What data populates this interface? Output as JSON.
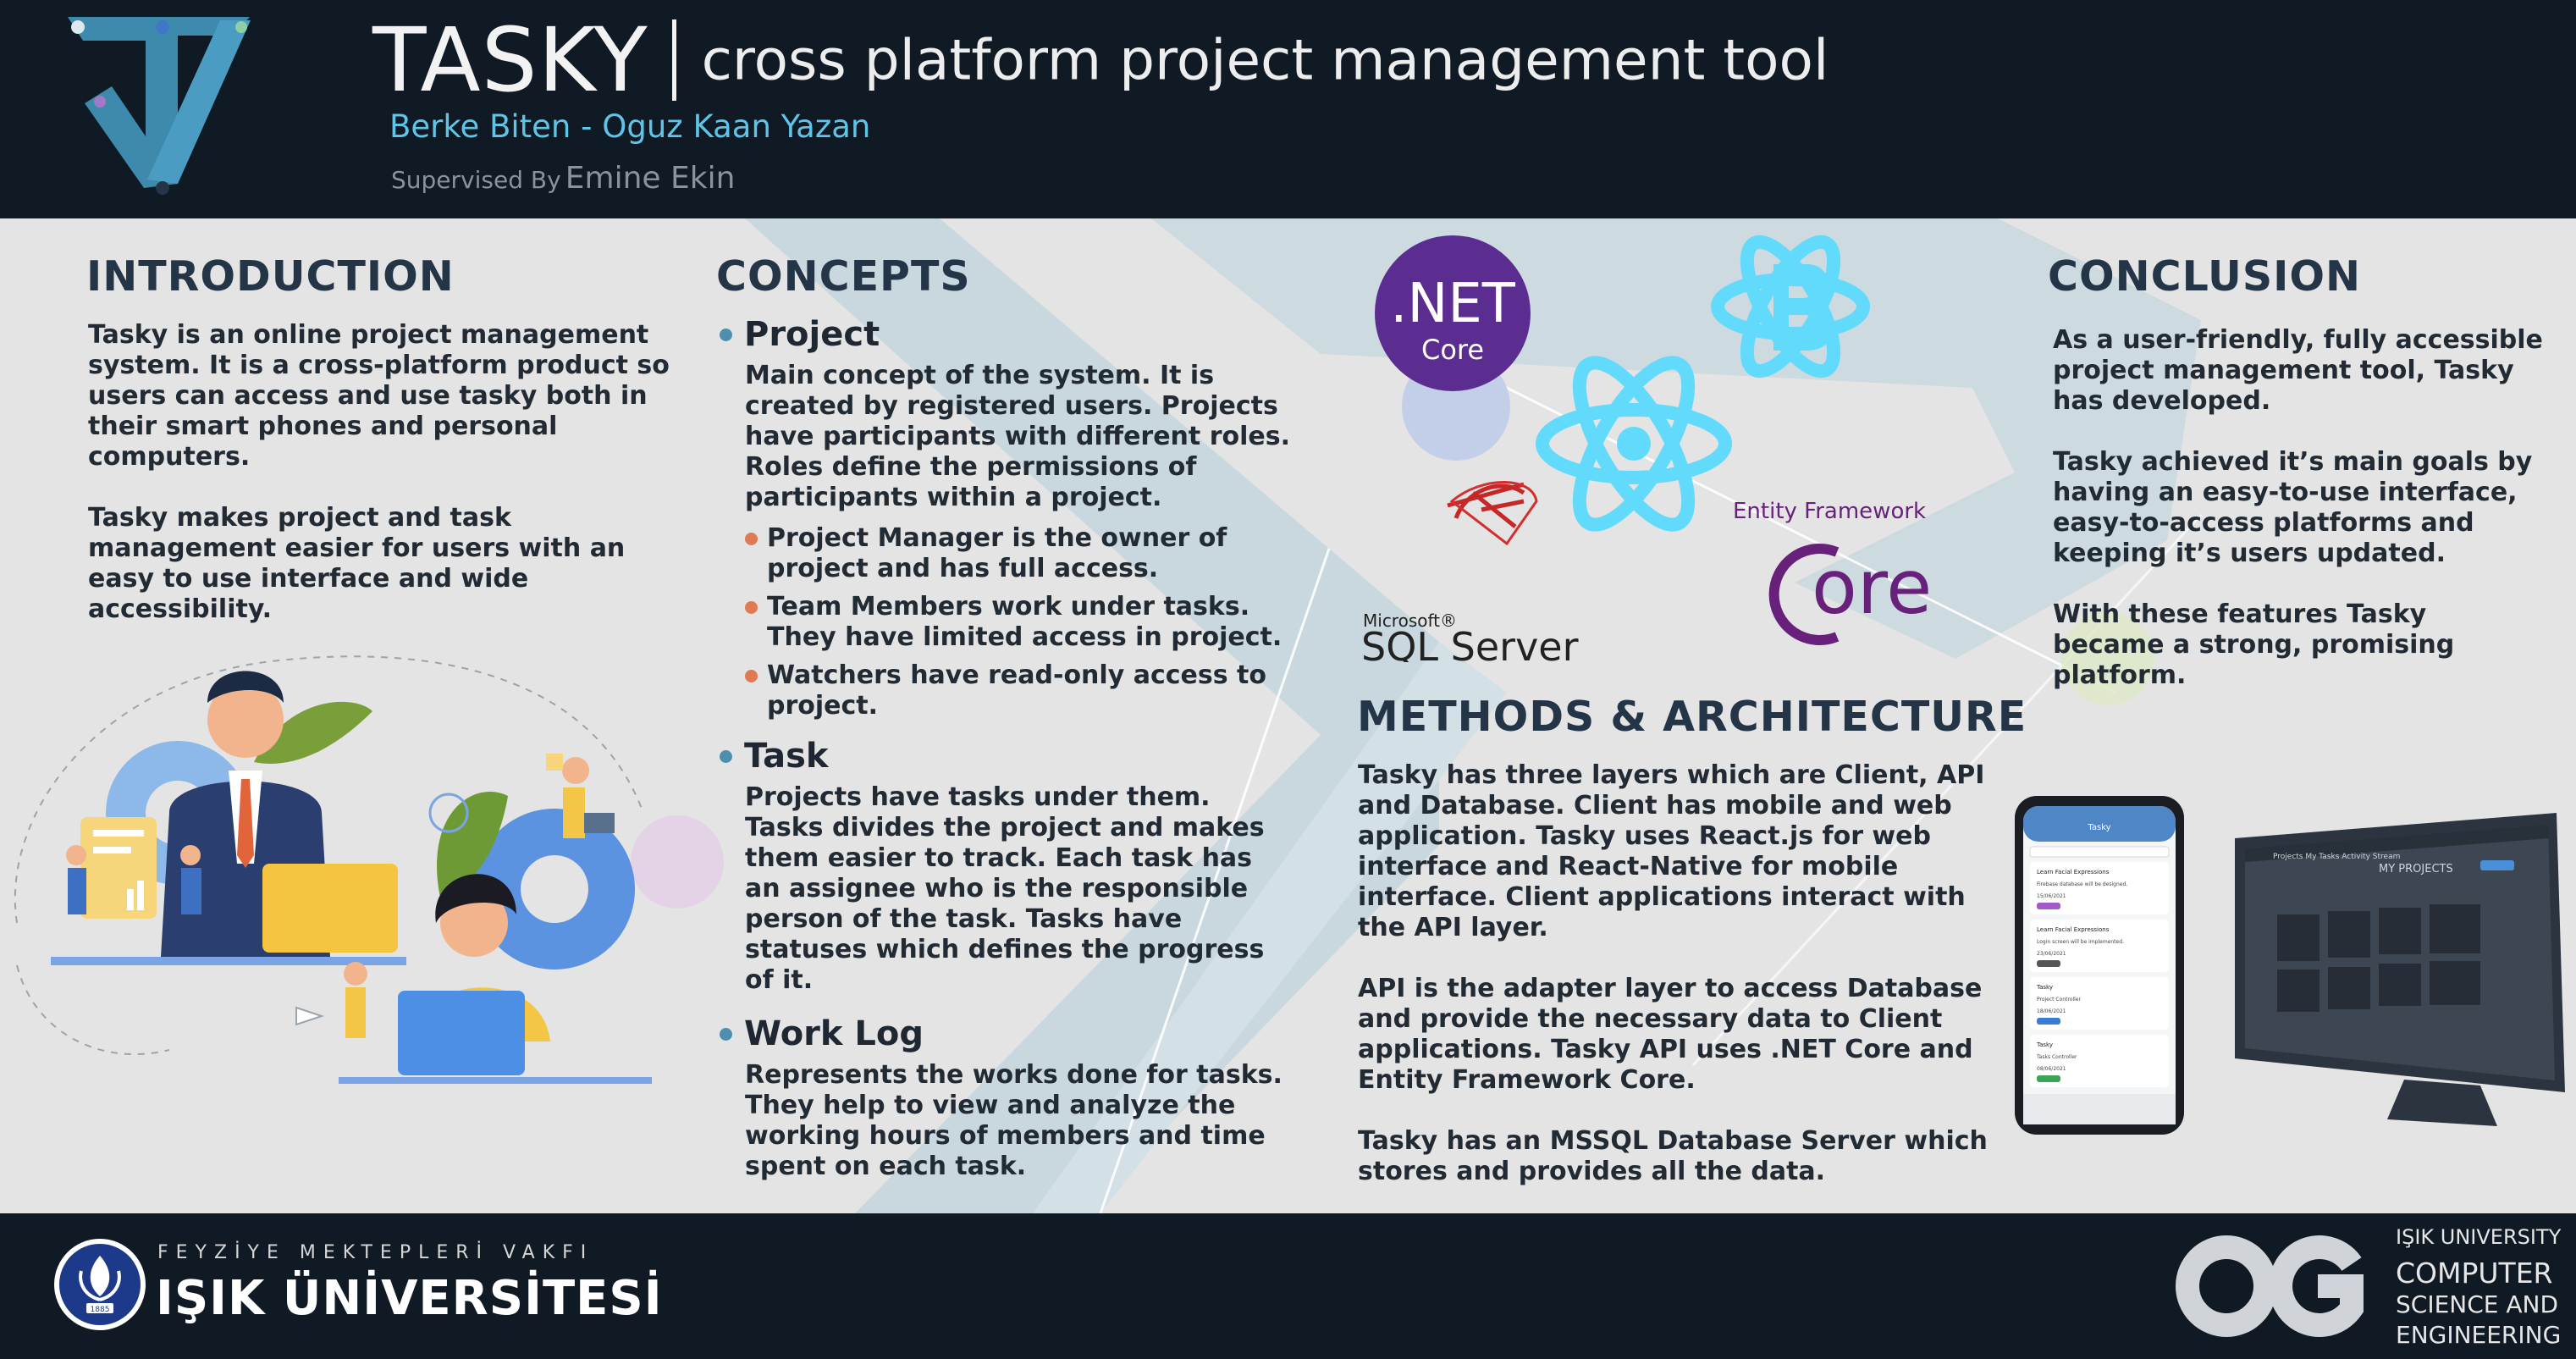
{
  "header": {
    "title": "TASKY",
    "subtitle": "cross platform project management tool",
    "authors": "Berke Biten - Oguz Kaan Yazan",
    "supervisor_label": "Supervised By",
    "supervisor_name": "Emine Ekin"
  },
  "introduction": {
    "heading": "INTRODUCTION",
    "paragraphs": [
      "Tasky is an online project management system. It is a cross-platform product so users can access and use tasky both in their smart phones and personal computers.",
      "Tasky makes project and task management easier for users with an easy to use interface and wide accessibility."
    ]
  },
  "concepts": {
    "heading": "CONCEPTS",
    "project": {
      "title": "Project",
      "description": "Main concept of the system. It is created by registered users. Projects have participants with different roles. Roles define the permissions of participants within a project.",
      "roles": [
        "Project Manager is the owner of project and has full access.",
        "Team Members work under tasks. They have limited access in project.",
        "Watchers have read-only access to project."
      ]
    },
    "task": {
      "title": "Task",
      "description": "Projects have tasks under them. Tasks divides the project and makes them easier to track. Each task has an assignee who is the responsible person of the task. Tasks have statuses which defines the progress of it."
    },
    "worklog": {
      "title": "Work Log",
      "description": "Represents the works done for tasks. They help to view and analyze the working hours of members and time spent on each task."
    }
  },
  "tech_logos": {
    "dotnet_main": ".NET",
    "dotnet_sub": "Core",
    "sql_small": "Microsoft®",
    "sql_main": "SQL Server",
    "ef_label": "Entity Framework",
    "ef_main": "ore"
  },
  "methods": {
    "heading": "METHODS & ARCHITECTURE",
    "paragraphs": [
      "Tasky has three layers which are Client, API and Database. Client has mobile and web application. Tasky uses React.js for web interface and React-Native for mobile interface. Client applications interact with the API layer.",
      "API is the adapter layer to access Database and provide the necessary data to Client applications. Tasky API uses .NET Core and Entity Framework Core.",
      "Tasky has an MSSQL Database Server which stores and provides all the data."
    ]
  },
  "conclusion": {
    "heading": "CONCLUSION",
    "paragraphs": [
      "As a user-friendly, fully accessible project management tool, Tasky has developed.",
      "Tasky achieved it’s main goals by having an easy-to-use interface, easy-to-access platforms and keeping it’s users updated.",
      "With these features Tasky became a strong, promising platform."
    ]
  },
  "mockups": {
    "phone_title": "Tasky",
    "phone_cards": [
      {
        "title": "Learn Facial Expressions",
        "task": "Firebase database will be designed.",
        "date": "15/06/2021"
      },
      {
        "title": "Learn Facial Expressions",
        "task": "Login screen will be implemented.",
        "date": "23/06/2021"
      },
      {
        "title": "Tasky",
        "task": "Project Controller",
        "date": "18/06/2021"
      },
      {
        "title": "Tasky",
        "task": "Tasks Controller",
        "date": "08/06/2021"
      }
    ],
    "monitor_heading": "MY PROJECTS",
    "monitor_nav": "Projects  My Tasks  Activity Stream"
  },
  "footer": {
    "foundation": "FEYZİYE MEKTEPLERİ VAKFI",
    "university": "IŞIK ÜNİVERSİTESİ",
    "seal_year": "1885",
    "dept_line1": "IŞIK UNIVERSITY",
    "dept_line2": "COMPUTER",
    "dept_line3": "SCIENCE AND",
    "dept_line4": "ENGINEERING"
  },
  "colors": {
    "header_bg": "#0f1a24",
    "body_bg": "#e4e4e4",
    "heading": "#233547",
    "accent_blue": "#5ec4e8",
    "dotnet_purple": "#5c2d91",
    "ef_purple": "#68217a",
    "bullet_blue": "#4f8fae",
    "bullet_orange": "#e07a52"
  }
}
